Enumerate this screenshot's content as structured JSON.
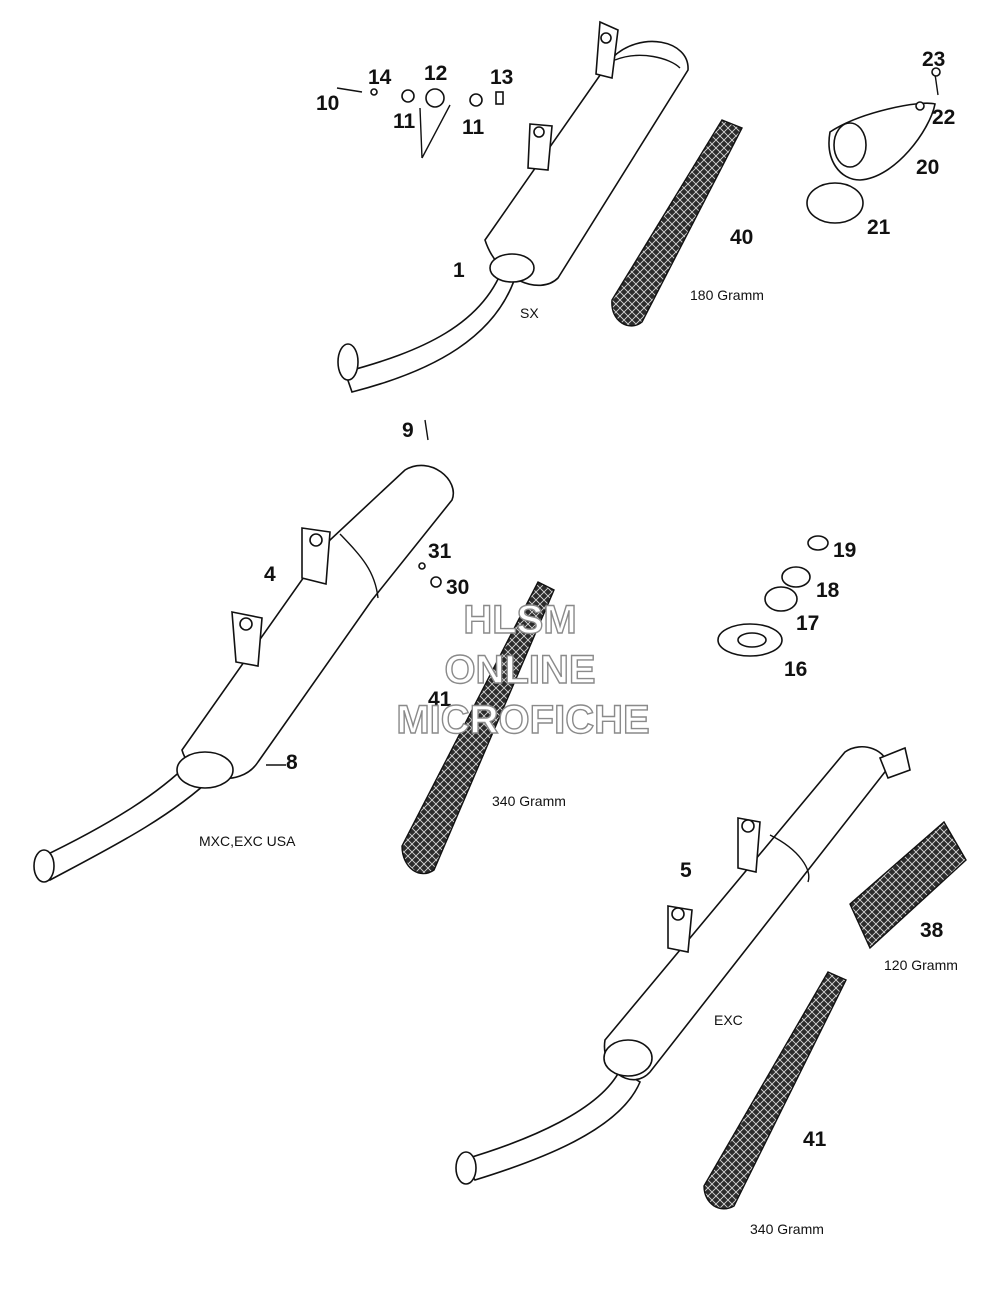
{
  "callouts": {
    "c1": "1",
    "c10": "10",
    "c14": "14",
    "c12": "12",
    "c13": "13",
    "c11a": "11",
    "c11b": "11",
    "c40": "40",
    "c23": "23",
    "c22": "22",
    "c20": "20",
    "c21": "21",
    "c9": "9",
    "c4": "4",
    "c31": "31",
    "c30": "30",
    "c41a": "41",
    "c8": "8",
    "c19": "19",
    "c18": "18",
    "c17": "17",
    "c16": "16",
    "c5": "5",
    "c38": "38",
    "c41b": "41"
  },
  "captions": {
    "sx": "SX",
    "g180": "180 Gramm",
    "mxc": "MXC,EXC USA",
    "g340a": "340 Gramm",
    "exc": "EXC",
    "g120": "120 Gramm",
    "g340b": "340 Gramm"
  },
  "watermark": {
    "line1": "HLSM",
    "line2": "ONLINE",
    "line3": "MICROFICHE"
  }
}
